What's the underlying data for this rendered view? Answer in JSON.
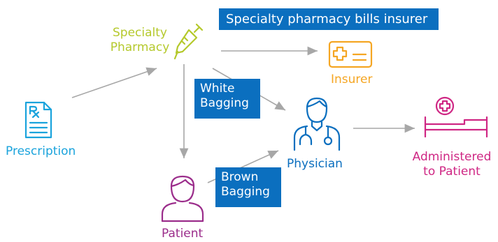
{
  "banner": "Specialty pharmacy bills insurer",
  "nodes": {
    "specialty_pharmacy": {
      "line1": "Specialty",
      "line2": "Pharmacy"
    },
    "prescription": "Prescription",
    "insurer": "Insurer",
    "physician": "Physician",
    "administered": {
      "line1": "Administered",
      "line2": "to Patient"
    },
    "patient": "Patient"
  },
  "tags": {
    "white_bagging": {
      "line1": "White",
      "line2": "Bagging"
    },
    "brown_bagging": {
      "line1": "Brown",
      "line2": "Bagging"
    }
  },
  "colors": {
    "prescription": "#1aa3dc",
    "pharmacy": "#b5c92c",
    "insurer": "#f5a623",
    "physician": "#0b6fbf",
    "patient": "#9b2d8b",
    "administered": "#cf2784",
    "tag_bg": "#0b6fbf",
    "arrow": "#a7a7a7"
  },
  "icons": {
    "prescription": "prescription-document-icon",
    "pharmacy": "syringe-icon",
    "insurer": "insurance-card-icon",
    "physician": "doctor-icon",
    "patient": "patient-icon",
    "administered": "hospital-bed-icon"
  }
}
